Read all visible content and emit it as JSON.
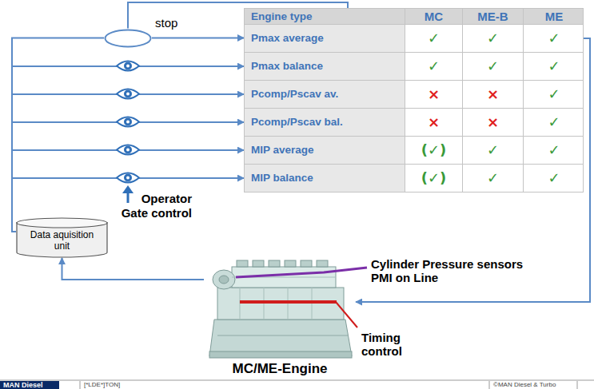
{
  "diagram": {
    "nodes": [
      {
        "text": [
          "stop"
        ]
      },
      {
        "text": [
          "Engine type"
        ]
      },
      {
        "text": [
          "Pmax average"
        ]
      },
      {
        "text": [
          "Pmax balance"
        ]
      },
      {
        "text": [
          "Pcomp/Pscav av."
        ]
      },
      {
        "text": [
          "Pcomp/Pscav bal."
        ]
      },
      {
        "text": [
          "MIP average"
        ]
      },
      {
        "text": [
          "MIP balance"
        ]
      },
      {
        "text": [
          "Data aquisition unit"
        ]
      },
      {
        "text": [
          "MC/ME-Engine"
        ]
      }
    ],
    "edges": [
      {
        "from": 1,
        "to": 0,
        "arrow": "none"
      },
      {
        "from": 8,
        "to": 0,
        "arrow": "none"
      },
      {
        "from": 0,
        "to": 2,
        "arrow": "to"
      },
      {
        "from": 8,
        "to": 3,
        "arrow": "to"
      },
      {
        "from": 8,
        "to": 4,
        "arrow": "to"
      },
      {
        "from": 8,
        "to": 5,
        "arrow": "to"
      },
      {
        "from": 8,
        "to": 6,
        "arrow": "to"
      },
      {
        "from": 8,
        "to": 7,
        "arrow": "to"
      },
      {
        "from": 2,
        "to": 9,
        "arrow": "to"
      },
      {
        "from": 9,
        "to": 8,
        "arrow": "to"
      }
    ],
    "labels": [
      "MC",
      "ME-B",
      "ME",
      "✓",
      "✓",
      "✓",
      "✓",
      "✓",
      "✓",
      "×",
      "×",
      "✓",
      "×",
      "×",
      "✓",
      "(✓)",
      "✓",
      "✓",
      "(✓)",
      "✓",
      "✓",
      "Operator Gate control",
      "Cylinder Pressure sensors PMI on Line",
      "Timing control",
      "MAN Diesel",
      "[*LDE*]TON]",
      "©MAN Diesel & Turbo"
    ]
  }
}
